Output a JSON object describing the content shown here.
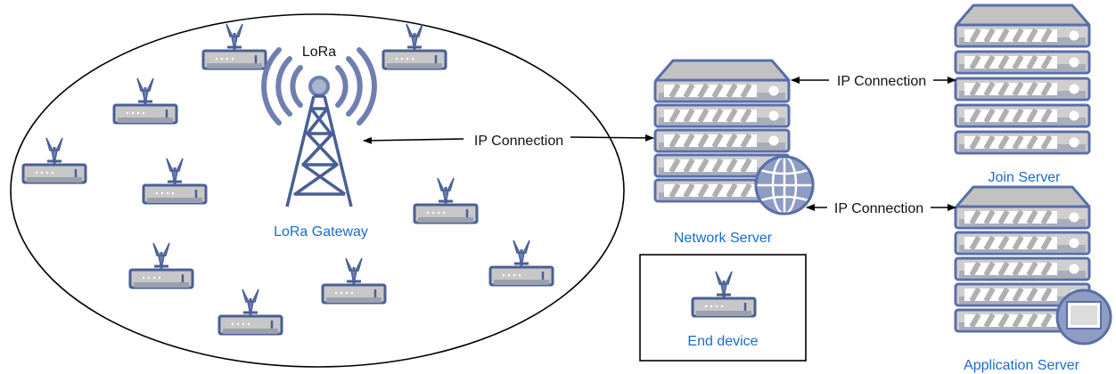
{
  "gateway": {
    "top_label": "LoRa",
    "name": "LoRa Gateway"
  },
  "links": {
    "gateway_network": "IP Connection",
    "network_join": "IP Connection",
    "network_application": "IP Connection"
  },
  "servers": {
    "network": "Network Server",
    "join": "Join Server",
    "application": "Application Server"
  },
  "legend": {
    "end_device": "End device"
  },
  "colors": {
    "device_fill": "#c7c7c7",
    "device_stroke": "#4a5f95",
    "server_stroke": "#5a6ea8",
    "label_blue": "#1a6ccc"
  }
}
